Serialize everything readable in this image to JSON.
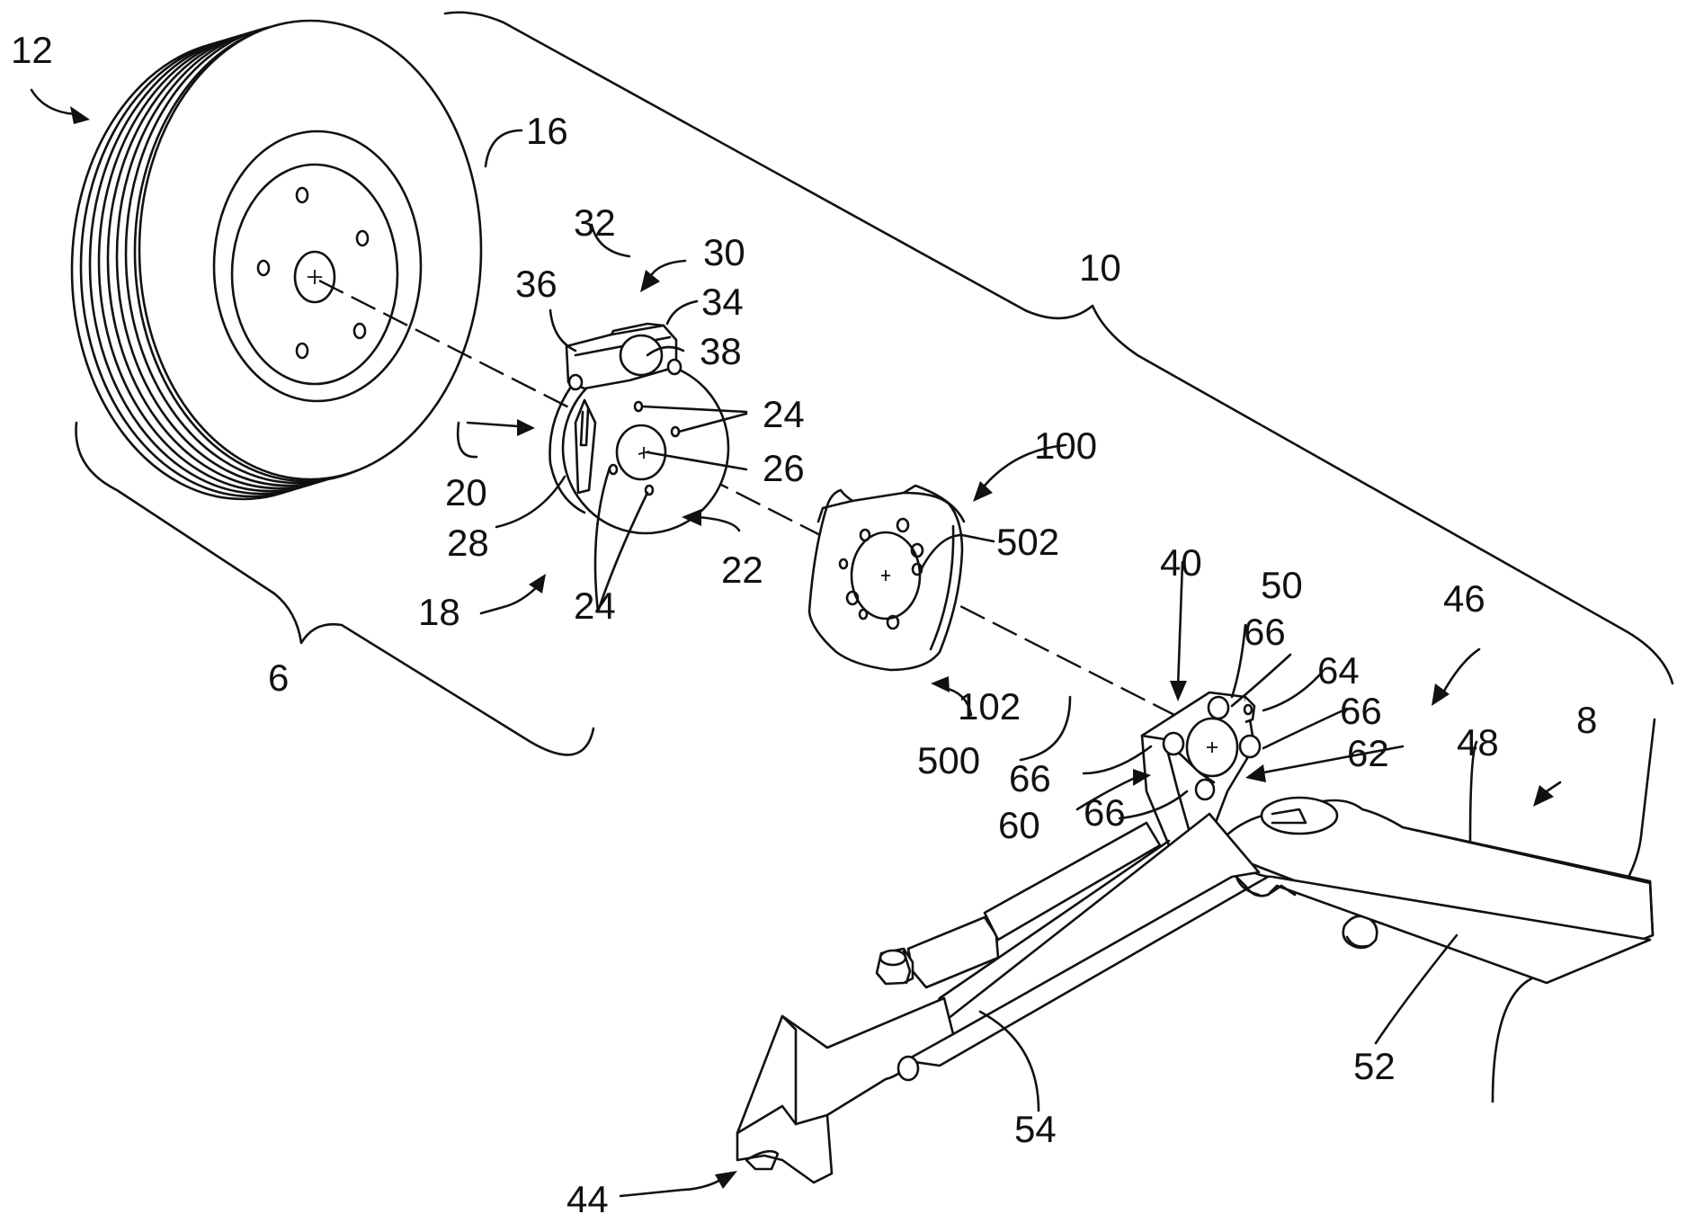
{
  "labels": {
    "l6": "6",
    "l8": "8",
    "l10": "10",
    "l12": "12",
    "l16": "16",
    "l18": "18",
    "l20": "20",
    "l22": "22",
    "l24a": "24",
    "l24b": "24",
    "l26": "26",
    "l28": "28",
    "l30": "30",
    "l32": "32",
    "l34": "34",
    "l36": "36",
    "l38": "38",
    "l40": "40",
    "l44": "44",
    "l46": "46",
    "l48": "48",
    "l50": "50",
    "l52": "52",
    "l54": "54",
    "l60": "60",
    "l62": "62",
    "l64": "64",
    "l66a": "66",
    "l66b": "66",
    "l66c": "66",
    "l66d": "66",
    "l100": "100",
    "l102": "102",
    "l500": "500",
    "l502": "502"
  },
  "colors": {
    "ink": "#111111",
    "paper": "#ffffff"
  }
}
